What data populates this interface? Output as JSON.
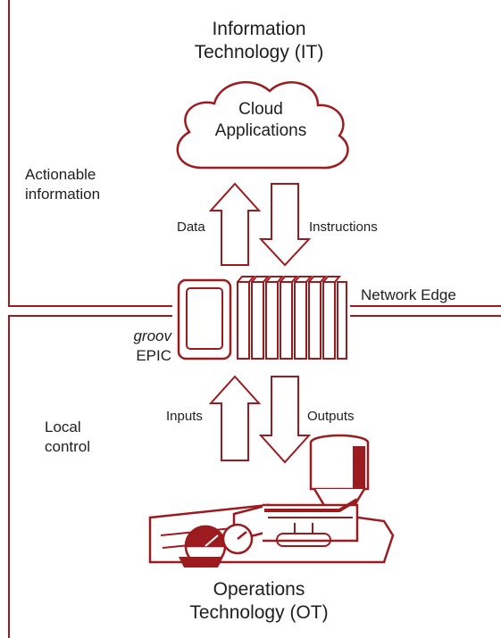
{
  "it_title": {
    "line1": "Information",
    "line2": "Technology (IT)"
  },
  "cloud": {
    "line1": "Cloud",
    "line2": "Applications"
  },
  "actionable": {
    "line1": "Actionable",
    "line2": "information"
  },
  "arrows_top": {
    "up": "Data",
    "down": "Instructions"
  },
  "network_edge": "Network Edge",
  "controller": {
    "brand": "groov",
    "model": "EPIC"
  },
  "arrows_bottom": {
    "up": "Inputs",
    "down": "Outputs"
  },
  "local": {
    "line1": "Local",
    "line2": "control"
  },
  "ot_title": {
    "line1": "Operations",
    "line2": "Technology (OT)"
  },
  "colors": {
    "accent": "#9b1b1f",
    "accent_dark": "#7a1114",
    "text": "#1e1e1e",
    "background": "#ffffff"
  }
}
